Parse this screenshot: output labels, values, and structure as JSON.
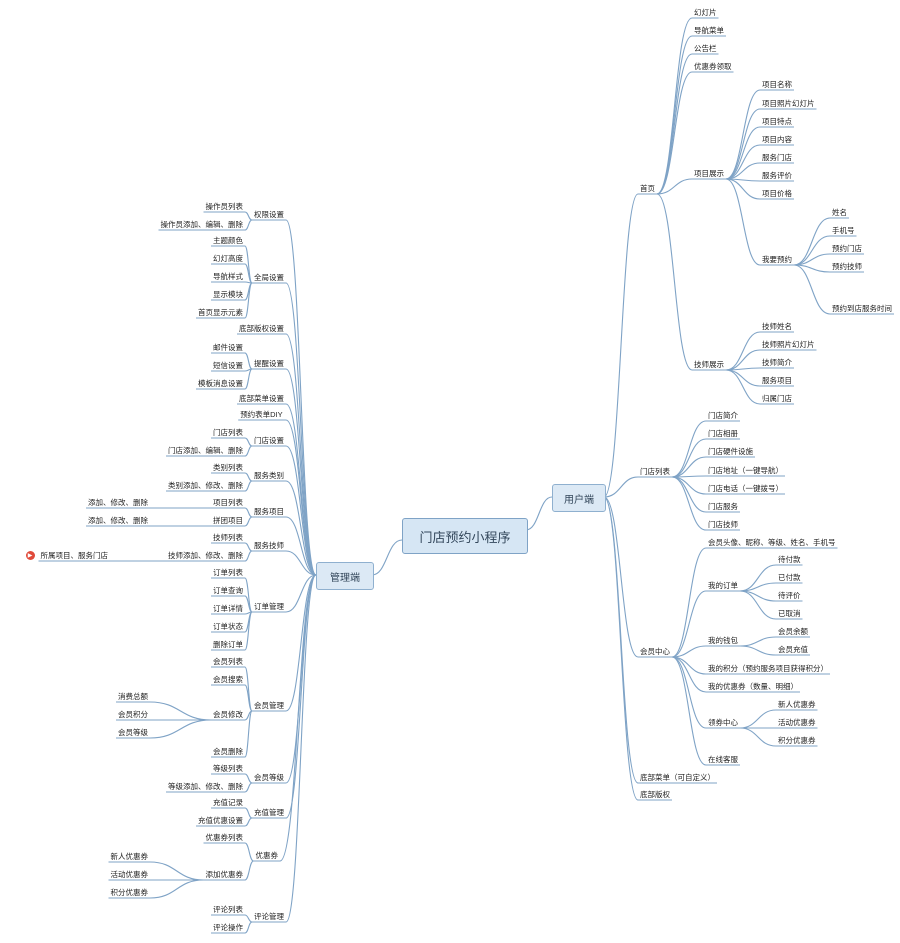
{
  "center": "门店预约小程序",
  "user_branch": {
    "title": "用户端",
    "home": "首页",
    "home_items": [
      "幻灯片",
      "导航菜单",
      "公告栏",
      "优惠券领取"
    ],
    "project_show": "项目展示",
    "project_items": [
      "项目名称",
      "项目照片幻灯片",
      "项目特点",
      "项目内容",
      "服务门店",
      "服务评价",
      "项目价格"
    ],
    "booking": "我要预约",
    "booking_items": [
      "姓名",
      "手机号",
      "预约门店",
      "预约技师",
      "预约到店服务时间"
    ],
    "tech_show": "技师展示",
    "tech_items": [
      "技师姓名",
      "技师照片幻灯片",
      "技师简介",
      "服务项目",
      "归属门店"
    ],
    "store_list": "门店列表",
    "store_items": [
      "门店简介",
      "门店相册",
      "门店硬件设施",
      "门店地址（一键导航）",
      "门店电话（一键拨号）",
      "门店服务",
      "门店技师"
    ],
    "member_center": "会员中心",
    "member_profile": "会员头像、昵称、等级、姓名、手机号",
    "my_orders": "我的订单",
    "order_items": [
      "待付款",
      "已付款",
      "待评价",
      "已取消"
    ],
    "wallet": "我的钱包",
    "wallet_items": [
      "会员余额",
      "会员充值"
    ],
    "points": "我的积分（预约服务项目获得积分）",
    "coupons": "我的优惠券（数量、明细）",
    "coupon_center": "领券中心",
    "coupon_center_items": [
      "新人优惠券",
      "活动优惠券",
      "积分优惠券"
    ],
    "online_service": "在线客服",
    "bottom_menu": "底部菜单（可自定义）",
    "copyright": "底部版权"
  },
  "admin_branch": {
    "title": "管理端",
    "perm": "权限设置",
    "perm_items": [
      "操作员列表",
      "操作员添加、编辑、删除"
    ],
    "global": "全局设置",
    "global_items": [
      "主题颜色",
      "幻灯高度",
      "导航样式",
      "显示模块",
      "首页显示元素"
    ],
    "bottom_copyright": "底部版权设置",
    "remind": "提醒设置",
    "remind_items": [
      "邮件设置",
      "短信设置",
      "模板消息设置"
    ],
    "bottom_menu": "底部菜单设置",
    "form_diy": "预约表单DIY",
    "store": "门店设置",
    "store_items": [
      "门店列表",
      "门店添加、编辑、删除"
    ],
    "service_cat": "服务类别",
    "service_cat_items": [
      "类别列表",
      "类别添加、修改、删除"
    ],
    "service_item": "服务项目",
    "service_item_items": [
      "项目列表",
      "拼团项目"
    ],
    "service_item_leaf": [
      "添加、修改、删除",
      "添加、修改、删除"
    ],
    "tech": "服务技师",
    "tech_items": [
      "技师列表",
      "技师添加、修改、删除"
    ],
    "tech_note": "所属项目、服务门店",
    "order": "订单管理",
    "order_items": [
      "订单列表",
      "订单查询",
      "订单详情",
      "订单状态",
      "删除订单"
    ],
    "member": "会员管理",
    "member_items": [
      "会员列表",
      "会员搜索",
      "会员修改",
      "会员删除"
    ],
    "member_edit_items": [
      "消费总额",
      "会员积分",
      "会员等级"
    ],
    "level": "会员等级",
    "level_items": [
      "等级列表",
      "等级添加、修改、删除"
    ],
    "recharge": "充值管理",
    "recharge_items": [
      "充值记录",
      "充值优惠设置"
    ],
    "coupon": "优惠券",
    "coupon_items": [
      "优惠券列表",
      "添加优惠券"
    ],
    "coupon_add_items": [
      "新人优惠券",
      "活动优惠券",
      "积分优惠券"
    ],
    "comment": "评论管理",
    "comment_items": [
      "评论列表",
      "评论操作"
    ]
  }
}
